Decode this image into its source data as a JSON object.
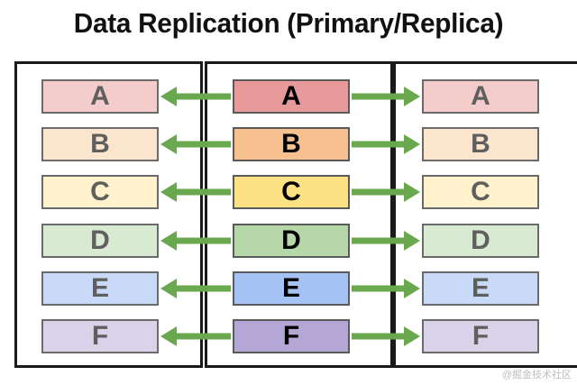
{
  "title": "Data Replication (Primary/Replica)",
  "arrow_color": "#6aa84f",
  "rows": [
    {
      "label": "A",
      "primary_color": "#e89a9a",
      "replica_color": "#f4cccc"
    },
    {
      "label": "B",
      "primary_color": "#f6c08f",
      "replica_color": "#fce5cd"
    },
    {
      "label": "C",
      "primary_color": "#fde185",
      "replica_color": "#fff2cc"
    },
    {
      "label": "D",
      "primary_color": "#b6d7a8",
      "replica_color": "#d9ead3"
    },
    {
      "label": "E",
      "primary_color": "#a4c2f4",
      "replica_color": "#c9daf8"
    },
    {
      "label": "F",
      "primary_color": "#b4a7d6",
      "replica_color": "#d9d2e9"
    }
  ],
  "watermark": "@掘金技术社区"
}
